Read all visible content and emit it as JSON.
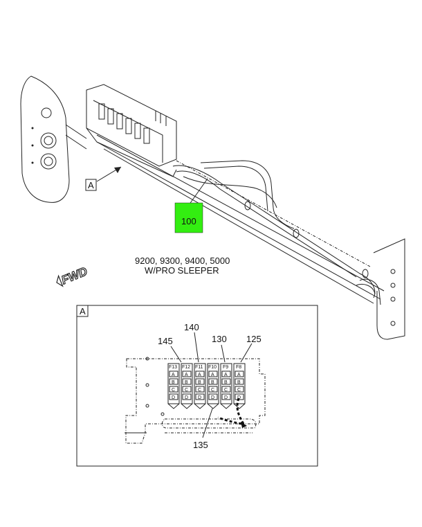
{
  "main_view": {
    "callout_a": "A",
    "callout_100": "100",
    "caption_line1": "9200, 9300, 9400, 5000",
    "caption_line2": "W/PRO SLEEPER",
    "fwd": "FWD"
  },
  "detail_view": {
    "label": "A",
    "callouts": {
      "c145": "145",
      "c140": "140",
      "c130": "130",
      "c125": "125",
      "c135": "135"
    },
    "fuse_headers": [
      "F13",
      "F12",
      "F11",
      "F10",
      "F9",
      "F8"
    ],
    "slot_letters": [
      "A",
      "B",
      "C",
      "D"
    ]
  },
  "colors": {
    "highlight": "#33ee11",
    "line": "#222222"
  }
}
